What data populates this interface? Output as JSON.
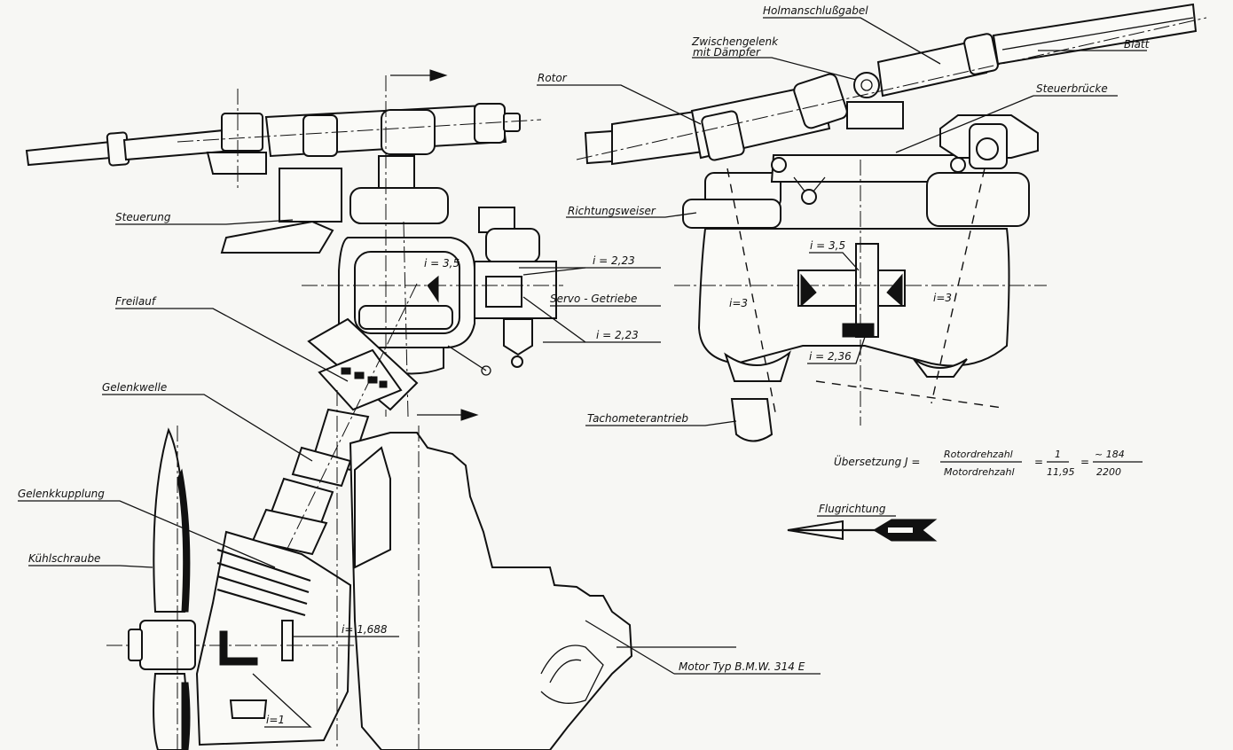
{
  "labels": {
    "holmanschlussgabel": "Holmanschlußgabel",
    "zwischengelenk_1": "Zwischengelenk",
    "zwischengelenk_2": "mit Dämpfer",
    "blatt": "Blatt",
    "rotor": "Rotor",
    "steuerbruecke": "Steuerbrücke",
    "richtungsweiser": "Richtungsweiser",
    "steuerung": "Steuerung",
    "freilauf": "Freilauf",
    "gelenkwelle": "Gelenkwelle",
    "gelenkkupplung": "Gelenkkupplung",
    "kuehlschraube": "Kühlschraube",
    "servo_getriebe": "Servo - Getriebe",
    "tachometerantrieb": "Tachometerantrieb",
    "motor_typ": "Motor Typ   B.M.W.  314 E",
    "flugrichtung": "Flugrichtung"
  },
  "ratios": {
    "i_3_5_left": "i = 3,5",
    "i_2_23_top": "i = 2,23",
    "i_2_23_bottom": "i = 2,23",
    "i_3_5_right": "i = 3,5",
    "i_3_left": "i=3",
    "i_3_right": "i=3",
    "i_2_36": "i = 2,36",
    "i_1_688": "i= 1,688",
    "i_1": "i=1"
  },
  "formula": {
    "prefix": "Übersetzung J =",
    "numerator": "Rotordrehzahl",
    "denominator": "Motordrehzahl",
    "eq1": "=",
    "frac1_num": "1",
    "frac1_den": "11,95",
    "eq2": "=",
    "frac2_num": "~ 184",
    "frac2_den": "2200"
  }
}
